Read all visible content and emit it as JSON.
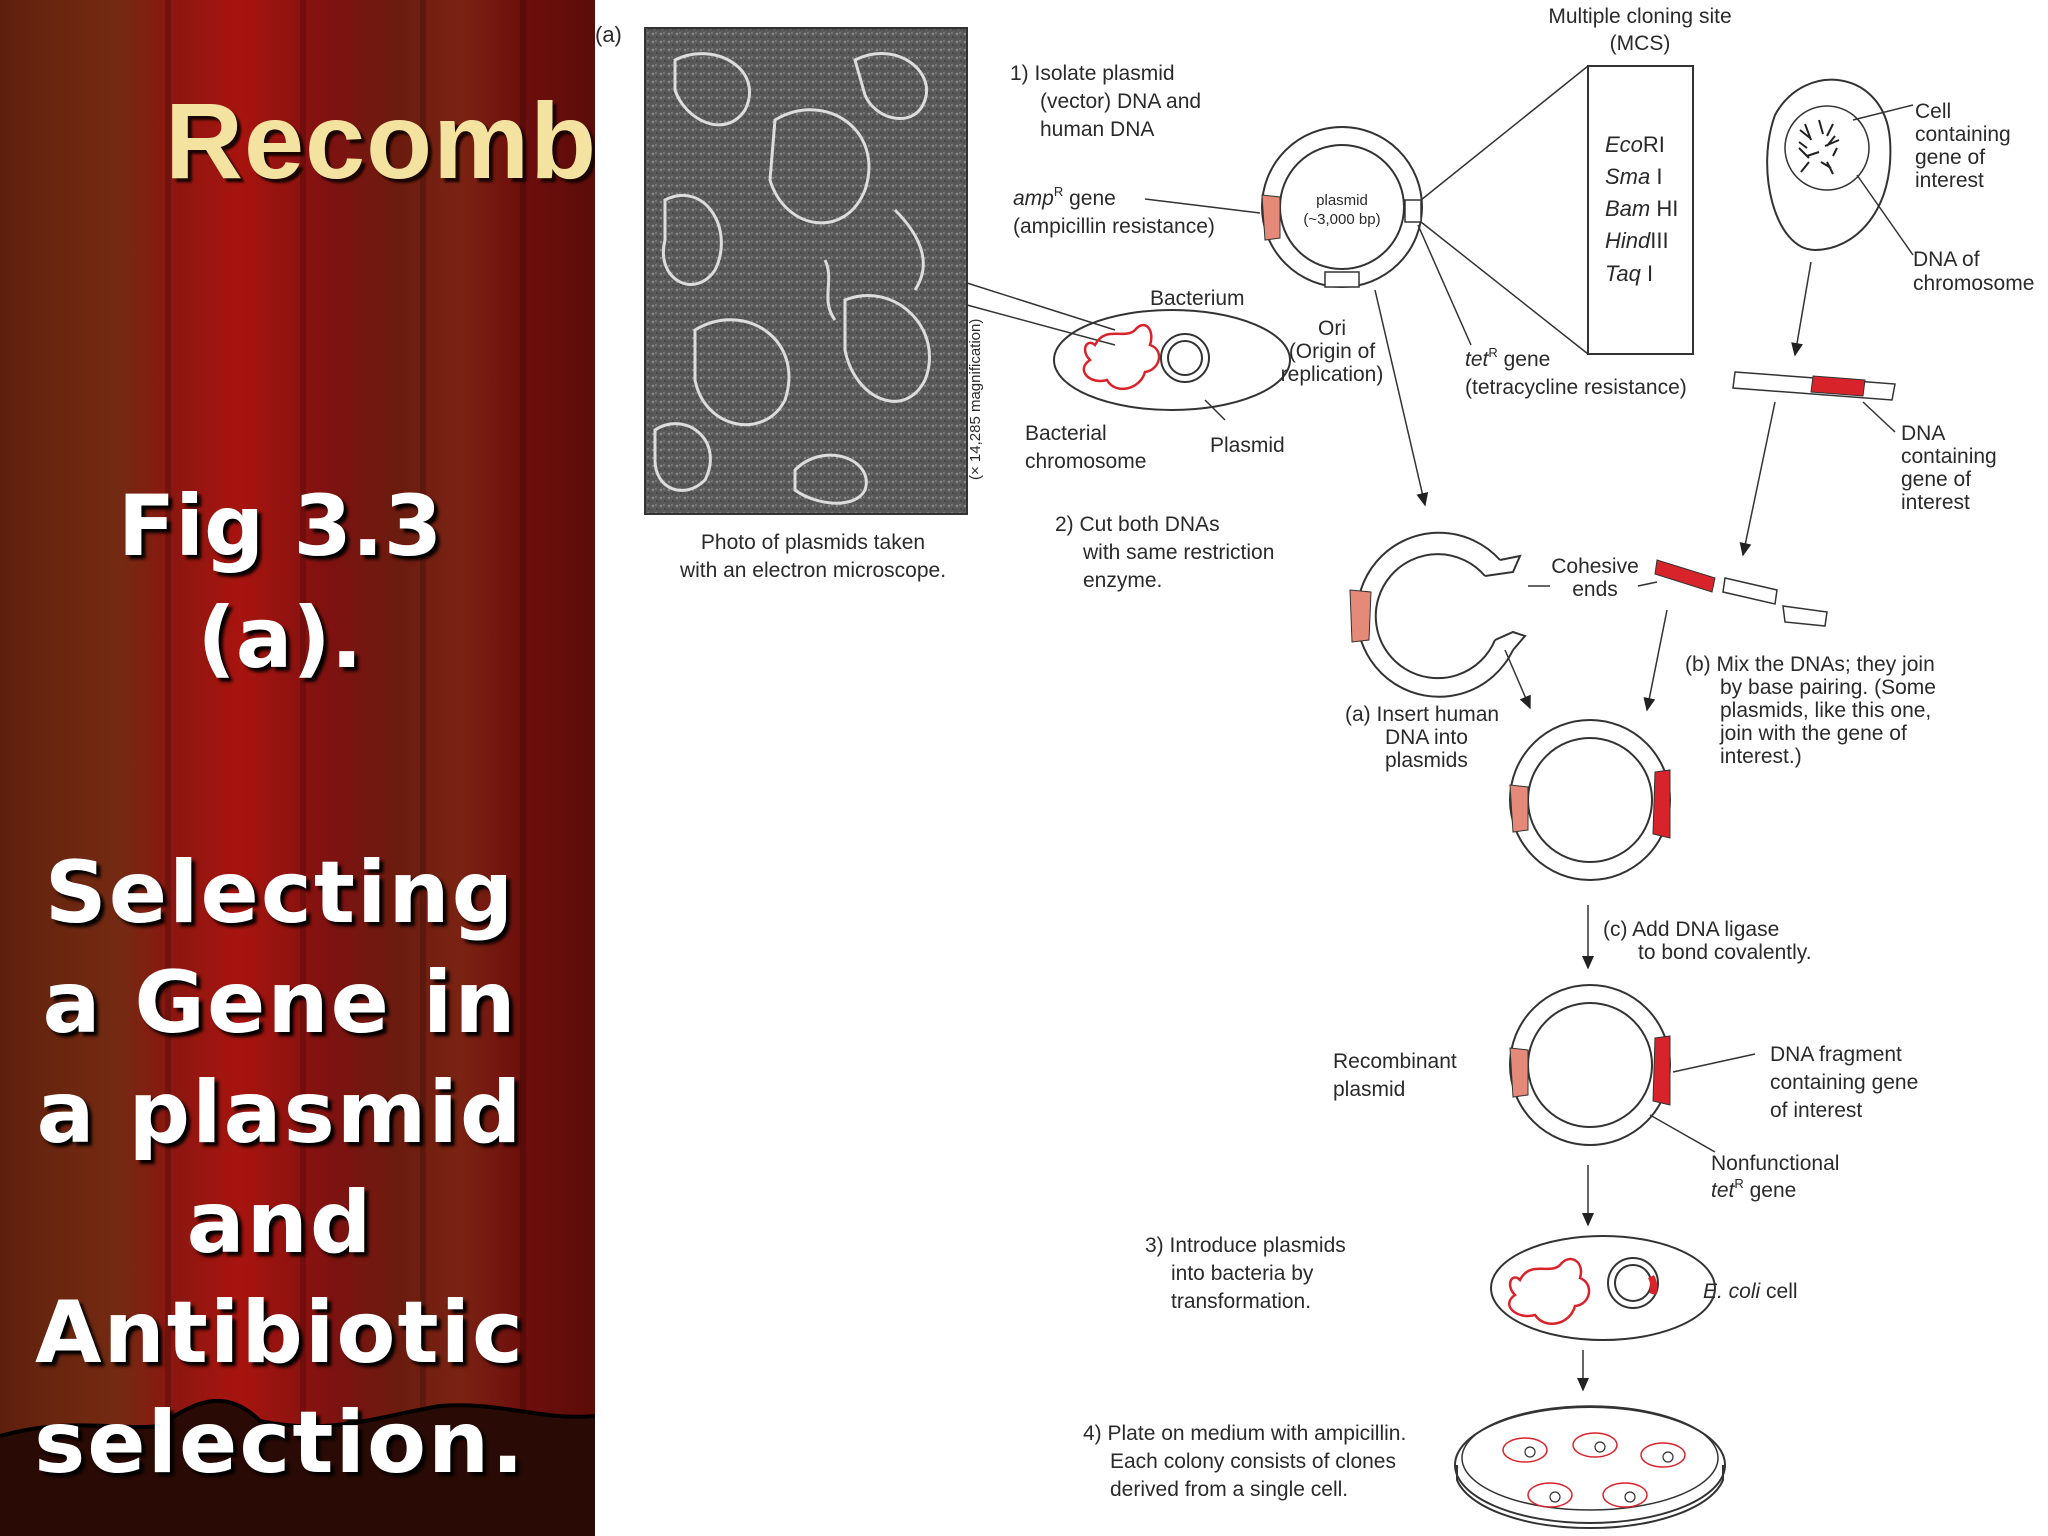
{
  "slide": {
    "title": "Recomb",
    "figure_ref_lines": [
      "Fig 3.3",
      "(a)."
    ],
    "caption_lines": [
      "Selecting",
      "a Gene in",
      "a plasmid",
      "and",
      "Antibiotic",
      "selection."
    ]
  },
  "diagram": {
    "panel_label": "(a)",
    "magnification": "(× 14,285 magnification)",
    "photo_caption": [
      "Photo of plasmids taken",
      "with an electron microscope."
    ],
    "mcs_title": [
      "Multiple cloning site",
      "(MCS)"
    ],
    "mcs_enzymes": [
      {
        "name": "Eco",
        "suffix": "RI"
      },
      {
        "name": "Sma",
        "suffix": " I"
      },
      {
        "name": "Bam",
        "suffix": " HI"
      },
      {
        "name": "Hind",
        "suffix": "III"
      },
      {
        "name": "Taq",
        "suffix": " I"
      }
    ],
    "step1": [
      "1) Isolate plasmid",
      "(vector) DNA and",
      "human DNA"
    ],
    "amp_gene": {
      "name": "amp",
      "sup": "R",
      "rest": " gene",
      "line2": "(ampicillin resistance)"
    },
    "plasmid_center": [
      "plasmid",
      "(~3,000 bp)"
    ],
    "bacterium": "Bacterium",
    "bacterial_chromosome": [
      "Bacterial",
      "chromosome"
    ],
    "plasmid_label": "Plasmid",
    "ori": [
      "Ori",
      "(Origin of",
      "replication)"
    ],
    "tet_gene": {
      "name": "tet",
      "sup": "R",
      "rest": " gene",
      "line2": "(tetracycline resistance)"
    },
    "cell_label": [
      "Cell",
      "containing",
      "gene of",
      "interest"
    ],
    "dna_chromosome": [
      "DNA of",
      "chromosome"
    ],
    "dna_gene_interest": [
      "DNA",
      "containing",
      "gene of",
      "interest"
    ],
    "step2": [
      "2) Cut both DNAs",
      "with same restriction",
      "enzyme."
    ],
    "cohesive_ends": [
      "Cohesive",
      "ends"
    ],
    "step_a": [
      "(a) Insert human",
      "DNA into",
      "plasmids"
    ],
    "step_b": [
      "(b) Mix the DNAs; they join",
      "by base pairing. (Some",
      "plasmids, like this one,",
      "join with the gene of",
      "interest.)"
    ],
    "step_c": [
      "(c) Add DNA ligase",
      "to bond covalently."
    ],
    "recombinant_plasmid": [
      "Recombinant",
      "plasmid"
    ],
    "dna_fragment": [
      "DNA fragment",
      "containing gene",
      "of interest"
    ],
    "nonfunctional": {
      "line1": "Nonfunctional",
      "name": "tet",
      "sup": "R",
      "rest": " gene"
    },
    "step3": [
      "3) Introduce plasmids",
      "into bacteria by",
      "transformation."
    ],
    "ecoli": {
      "name": "E. coli",
      "rest": " cell"
    },
    "step4": [
      "4) Plate on medium with ampicillin.",
      "Each colony consists of clones",
      "derived from a single cell."
    ]
  },
  "colors": {
    "accent_red": "#d9232a",
    "salmon": "#e58a78",
    "title_gold": "#f4e3a0",
    "curtain_red": "#a8140f"
  }
}
